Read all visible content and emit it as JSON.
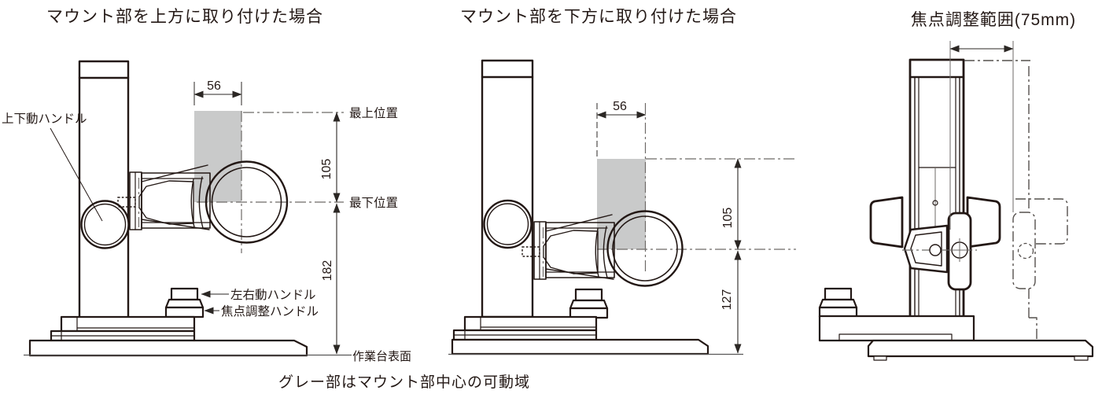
{
  "colors": {
    "line": "#231815",
    "gray_fill": "#c9caca",
    "centerline": "#6e6a67"
  },
  "caption": "グレー部はマウント部中心の可動域",
  "left": {
    "title": "マウント部を上方に取り付けた場合",
    "dim_width": "56",
    "dim_stroke": "105",
    "dim_height": "182",
    "label_updown_handle": "上下動ハンドル",
    "label_top_position": "最上位置",
    "label_bottom_position": "最下位置",
    "label_lr_handle": "左右動ハンドル",
    "label_focus_handle": "焦点調整ハンドル",
    "label_work_surface": "作業台表面"
  },
  "middle": {
    "title": "マウント部を下方に取り付けた場合",
    "dim_width": "56",
    "dim_stroke": "105",
    "dim_height": "127"
  },
  "right": {
    "title": "焦点調整範囲(75mm)"
  }
}
